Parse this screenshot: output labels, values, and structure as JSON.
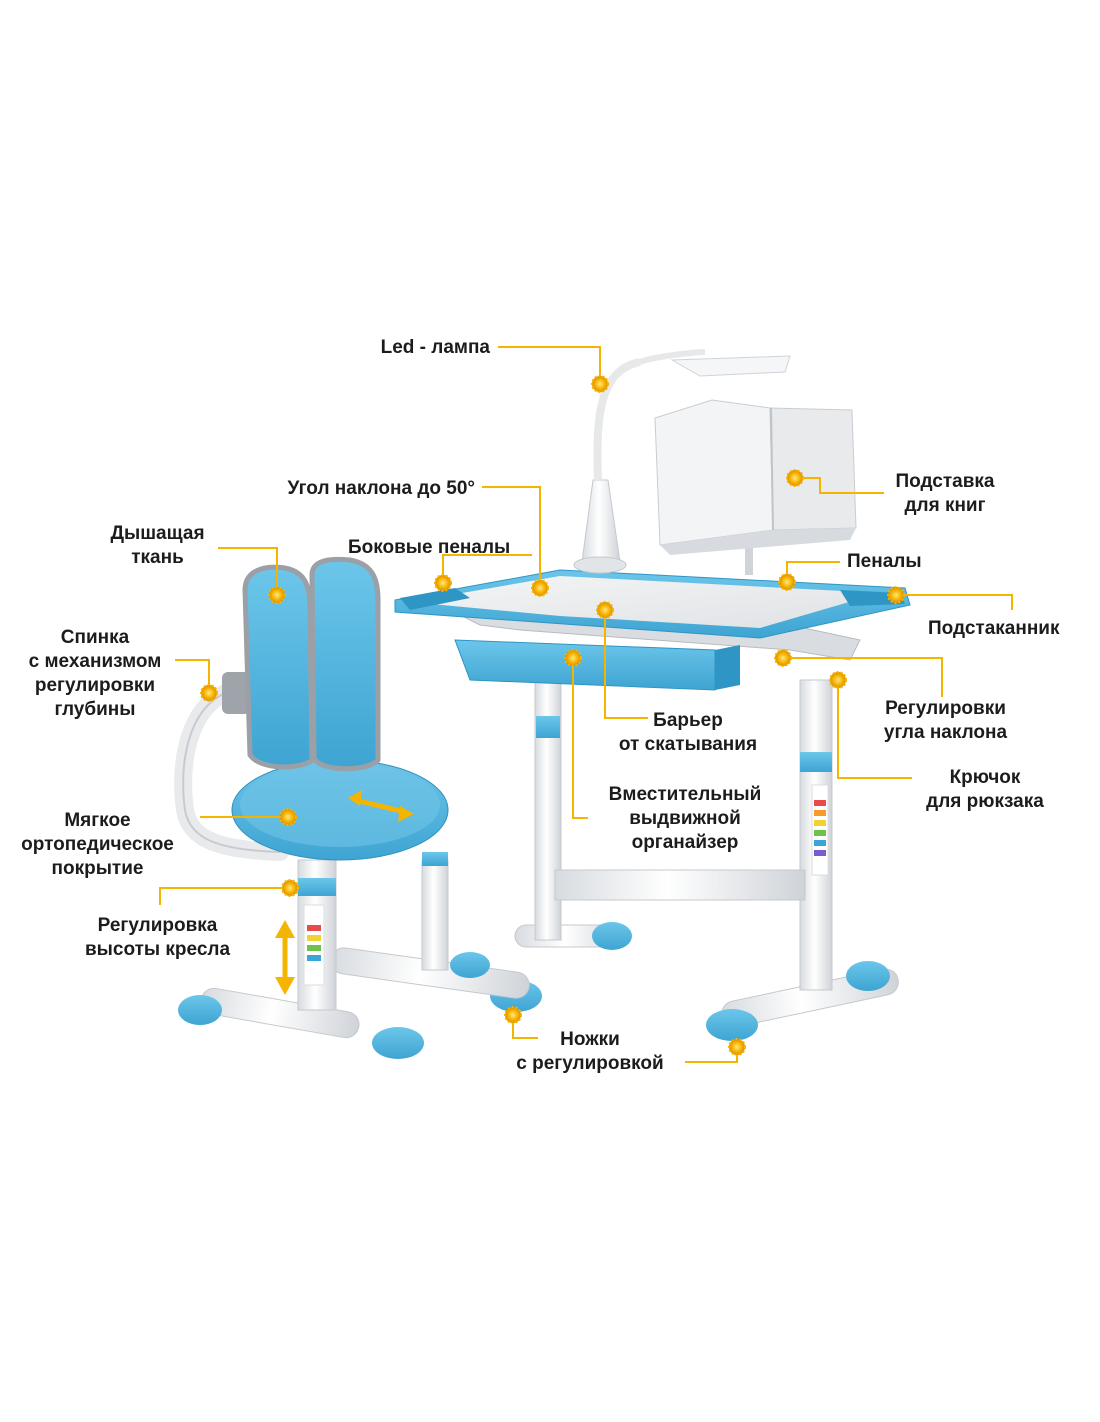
{
  "labels": {
    "led_lamp": "Led - лампа",
    "book_stand": [
      "Подставка",
      "для книг"
    ],
    "tilt_angle": "Угол наклона до 50°",
    "breathable_fabric": [
      "Дышащая",
      "ткань"
    ],
    "side_cases": "Боковые пеналы",
    "cases": "Пеналы",
    "cup_holder": "Подстаканник",
    "backrest": [
      "Спинка",
      "с механизмом",
      "регулировки",
      "глубины"
    ],
    "tilt_adjust": [
      "Регулировки",
      "угла наклона"
    ],
    "anti_roll": [
      "Барьер",
      "от скатывания"
    ],
    "backpack_hook": [
      "Крючок",
      "для рюкзака"
    ],
    "soft_cover": [
      "Мягкое",
      "ортопедическое",
      "покрытие"
    ],
    "organizer": [
      "Вместительный",
      "выдвижной",
      "органайзер"
    ],
    "seat_height": [
      "Регулировка",
      "высоты кресла"
    ],
    "adjustable_feet": [
      "Ножки",
      "с регулировкой"
    ]
  },
  "colors": {
    "accent": "#f5b400",
    "blue": "#4fb3dc",
    "blue_dark": "#2f95c4",
    "frame": "#eef0f2",
    "frame_shadow": "#c9cdd2"
  }
}
